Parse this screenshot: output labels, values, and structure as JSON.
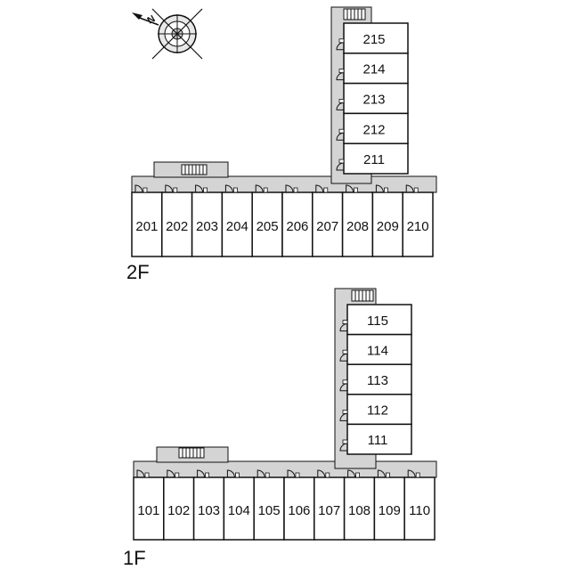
{
  "compass": {
    "icon": "compass-rose-icon",
    "north_letter": "N"
  },
  "floors": [
    {
      "id": "2f",
      "label": "2F",
      "row_units": [
        "201",
        "202",
        "203",
        "204",
        "205",
        "206",
        "207",
        "208",
        "209",
        "210"
      ],
      "wing_units": [
        "215",
        "214",
        "213",
        "212",
        "211"
      ]
    },
    {
      "id": "1f",
      "label": "1F",
      "row_units": [
        "101",
        "102",
        "103",
        "104",
        "105",
        "106",
        "107",
        "108",
        "109",
        "110"
      ],
      "wing_units": [
        "115",
        "114",
        "113",
        "112",
        "111"
      ]
    }
  ],
  "colors": {
    "corridor": "#d4d4d4",
    "wall": "#111111",
    "unit_fill": "#ffffff"
  }
}
